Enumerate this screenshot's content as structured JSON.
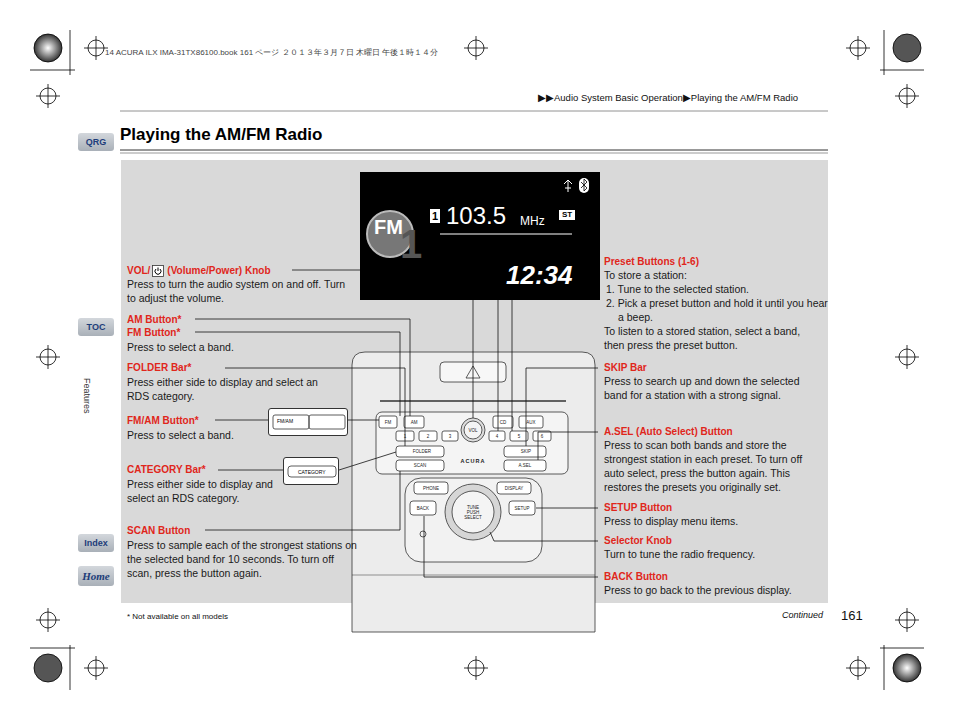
{
  "diagram": {
    "title": "Playing the AM/FM Radio",
    "nodes": [
      {
        "text": [
          "QRG"
        ]
      },
      {
        "text": [
          "TOC"
        ]
      },
      {
        "text": [
          "Index"
        ]
      },
      {
        "text": [
          "Home"
        ]
      },
      {
        "text": [
          "FM",
          "1",
          "1",
          "103.5",
          "MHz",
          "ST",
          "12:34"
        ]
      },
      {
        "text": [
          "FM/AM"
        ]
      },
      {
        "text": [
          "CATEGORY"
        ]
      }
    ],
    "labels": [
      "14 ACURA ILX IMA-31TX86100.book 161 ページ ２０１３年３月７日 木曜日 午後１時１４分",
      "▶▶Audio System Basic Operation▶Playing the AM/FM Radio",
      "Features",
      "VOL/",
      "(Volume/Power) Knob",
      "Press to turn the audio system on and off. Turn to adjust the volume.",
      "AM Button*",
      "FM Button*",
      "Press to select a band.",
      "FOLDER Bar*",
      "Press either side to display and select an RDS category.",
      "FM/AM Button*",
      "Press to select a band.",
      "CATEGORY Bar*",
      "Press either side to display and select an RDS category.",
      "SCAN Button",
      "Press to sample each of the strongest stations on the selected band for 10 seconds. To turn off scan, press the button again.",
      "Preset Buttons (1-6)",
      "To store a station:",
      "1. Tune to the selected station.",
      "2. Pick a preset button and hold it until you hear a beep.",
      "To listen to a stored station, select a band, then press the preset button.",
      "SKIP Bar",
      "Press to search up and down the selected band for a station with a strong signal.",
      "A.SEL (Auto Select) Button",
      "Press to scan both bands and store the strongest station in each preset. To turn off auto select, press the button again. This restores the presets you originally set.",
      "SETUP Button",
      "Press to display menu items.",
      "Selector Knob",
      "Turn to tune the radio frequency.",
      "BACK Button",
      "Press to go back to the previous display.",
      "* Not available on all models",
      "Continued",
      "161",
      "FM",
      "AM",
      "CD",
      "AUX",
      "1",
      "2",
      "3",
      "4",
      "5",
      "6",
      "FOLDER",
      "SCAN",
      "SKIP",
      "A.SEL",
      "ACURA",
      "VOL",
      "PHONE",
      "DISPLAY",
      "BACK",
      "SETUP",
      "TUNE PUSH SELECT"
    ]
  }
}
